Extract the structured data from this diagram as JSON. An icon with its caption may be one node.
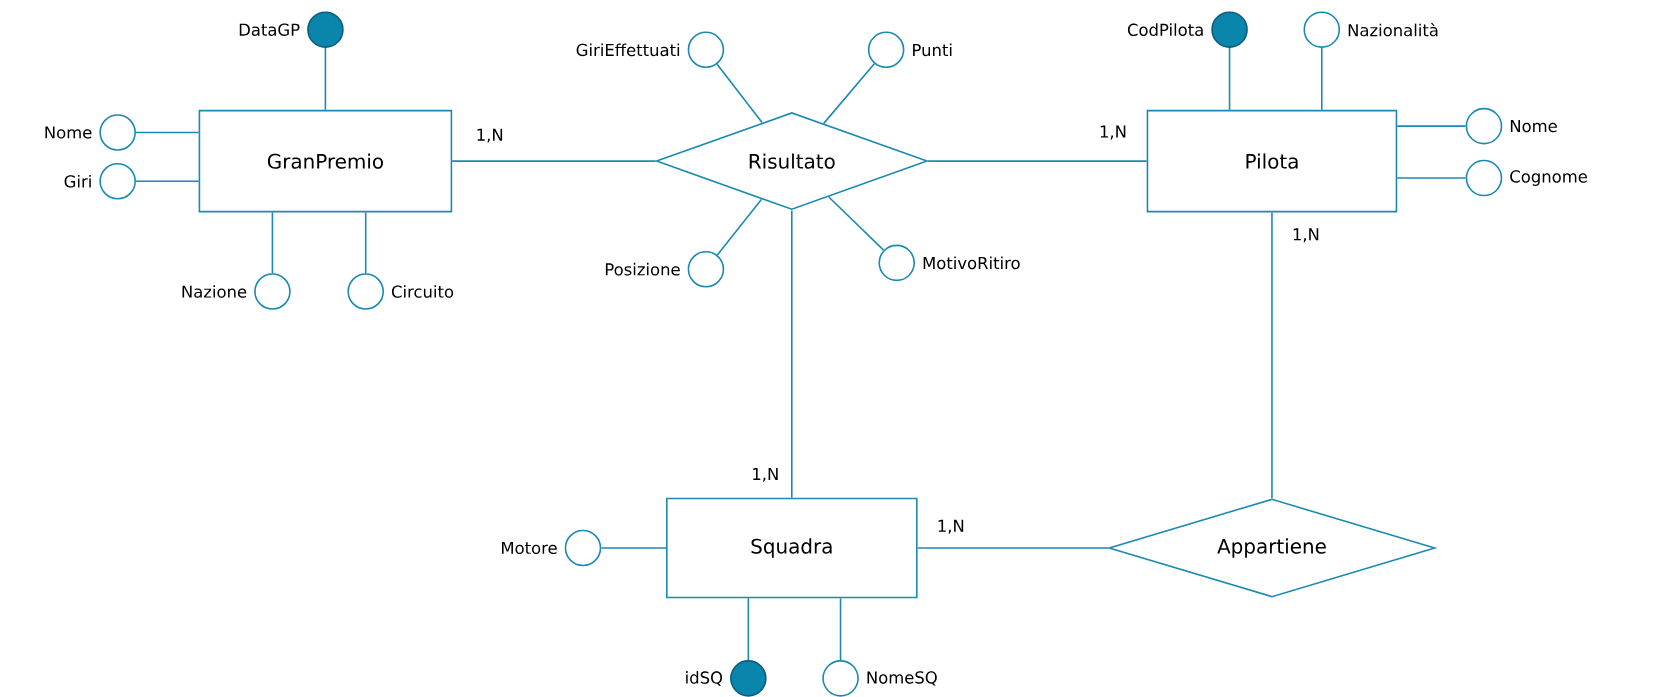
{
  "diagram": {
    "nodes": [
      {
        "text": [
          "GranPremio"
        ]
      },
      {
        "text": [
          "Risultato"
        ]
      },
      {
        "text": [
          "Pilota"
        ]
      },
      {
        "text": [
          "Squadra"
        ]
      },
      {
        "text": [
          "Appartiene"
        ]
      },
      {
        "text": [],
        "shape": "dot",
        "beside": [
          "DataGP"
        ]
      },
      {
        "text": [],
        "shape": "circle",
        "beside": [
          "Nome"
        ]
      },
      {
        "text": [],
        "shape": "circle",
        "beside": [
          "Giri"
        ]
      },
      {
        "text": [],
        "shape": "circle",
        "beside": [
          "Nazione"
        ]
      },
      {
        "text": [],
        "shape": "circle",
        "beside": [
          "Circuito"
        ]
      },
      {
        "text": [],
        "shape": "circle",
        "beside": [
          "GiriEffettuati"
        ]
      },
      {
        "text": [],
        "shape": "circle",
        "beside": [
          "Punti"
        ]
      },
      {
        "text": [],
        "shape": "circle",
        "beside": [
          "Posizione"
        ]
      },
      {
        "text": [],
        "shape": "circle",
        "beside": [
          "MotivoRitiro"
        ]
      },
      {
        "text": [],
        "shape": "dot",
        "beside": [
          "CodPilota"
        ]
      },
      {
        "text": [],
        "shape": "circle",
        "beside": [
          "Nazionalità"
        ]
      },
      {
        "text": [],
        "shape": "circle",
        "beside": [
          "Nome"
        ]
      },
      {
        "text": [],
        "shape": "circle",
        "beside": [
          "Cognome"
        ]
      },
      {
        "text": [],
        "shape": "circle",
        "beside": [
          "Motore"
        ]
      },
      {
        "text": [],
        "shape": "dot",
        "beside": [
          "idSQ"
        ]
      },
      {
        "text": [],
        "shape": "circle",
        "beside": [
          "NomeSQ"
        ]
      }
    ],
    "edges": [
      {
        "from": 0,
        "to": 1,
        "arrow": "none",
        "label": "1,N"
      },
      {
        "from": 1,
        "to": 2,
        "arrow": "none",
        "label": "1,N"
      },
      {
        "from": 1,
        "to": 3,
        "arrow": "none",
        "label": "1,N"
      },
      {
        "from": 2,
        "to": 4,
        "arrow": "none",
        "label": "1,N"
      },
      {
        "from": 3,
        "to": 4,
        "arrow": "none",
        "label": "1,N"
      },
      {
        "from": 5,
        "to": 0,
        "arrow": "none"
      },
      {
        "from": 6,
        "to": 0,
        "arrow": "none"
      },
      {
        "from": 7,
        "to": 0,
        "arrow": "none"
      },
      {
        "from": 8,
        "to": 0,
        "arrow": "none"
      },
      {
        "from": 9,
        "to": 0,
        "arrow": "none"
      },
      {
        "from": 10,
        "to": 1,
        "arrow": "none"
      },
      {
        "from": 11,
        "to": 1,
        "arrow": "none"
      },
      {
        "from": 12,
        "to": 1,
        "arrow": "none"
      },
      {
        "from": 13,
        "to": 1,
        "arrow": "none"
      },
      {
        "from": 14,
        "to": 2,
        "arrow": "none"
      },
      {
        "from": 15,
        "to": 2,
        "arrow": "none"
      },
      {
        "from": 16,
        "to": 2,
        "arrow": "none"
      },
      {
        "from": 17,
        "to": 2,
        "arrow": "none"
      },
      {
        "from": 18,
        "to": 3,
        "arrow": "none"
      },
      {
        "from": 19,
        "to": 3,
        "arrow": "none"
      },
      {
        "from": 20,
        "to": 3,
        "arrow": "none"
      }
    ]
  }
}
